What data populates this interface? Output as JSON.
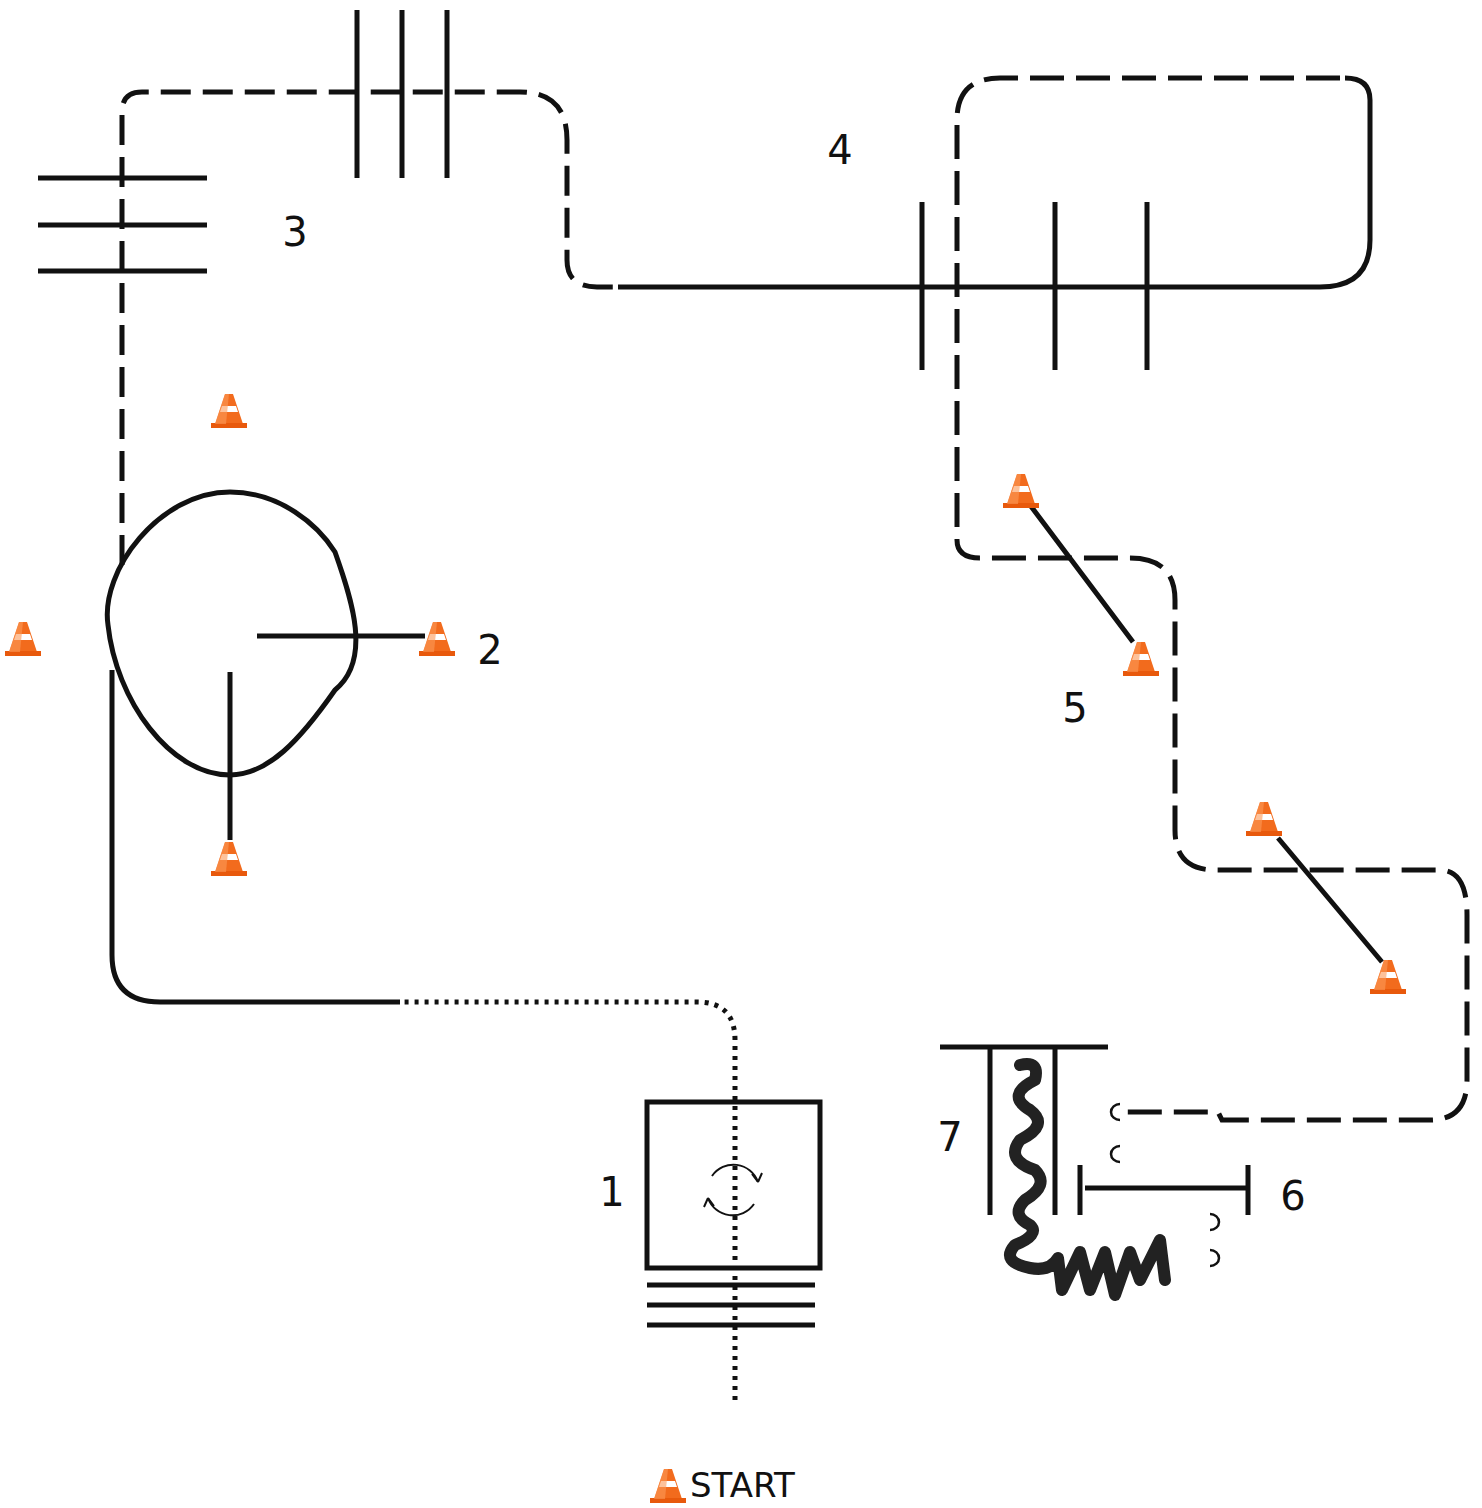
{
  "diagram": {
    "labels": [
      "1",
      "2",
      "3",
      "4",
      "5",
      "6",
      "7",
      "START"
    ]
  }
}
